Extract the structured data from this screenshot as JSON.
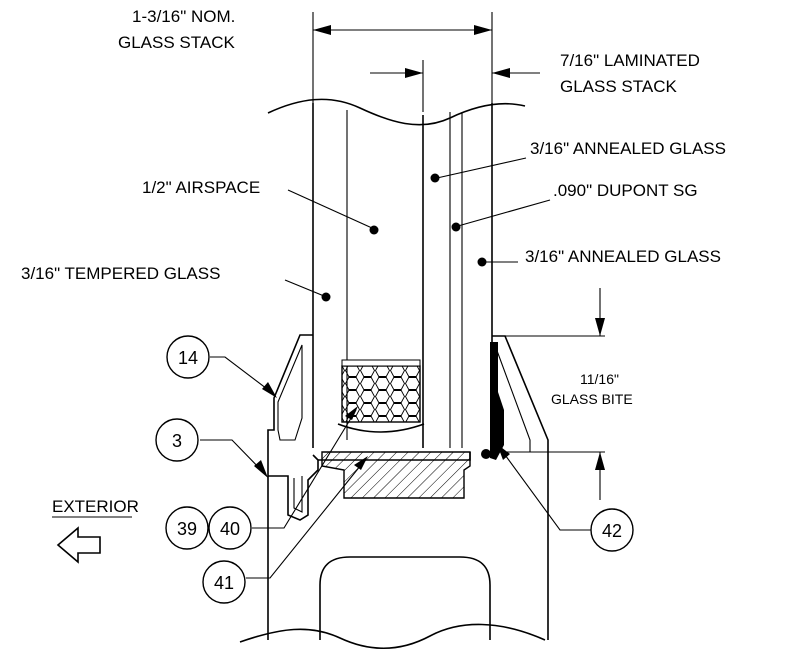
{
  "dimensions": {
    "glass_stack_line1": "1-3/16\" NOM.",
    "glass_stack_line2": "GLASS STACK",
    "laminated_line1": "7/16\" LAMINATED",
    "laminated_line2": "GLASS STACK",
    "bite_line1": "11/16\"",
    "bite_line2": "GLASS BITE"
  },
  "labels": {
    "annealed_glass_top": "3/16\" ANNEALED GLASS",
    "airspace": "1/2\" AIRSPACE",
    "dupont_sg": ".090\" DUPONT SG",
    "annealed_glass_bottom": "3/16\" ANNEALED GLASS",
    "tempered_glass": "3/16\" TEMPERED GLASS",
    "exterior": "EXTERIOR"
  },
  "callouts": {
    "c14": "14",
    "c3": "3",
    "c39": "39",
    "c40": "40",
    "c41": "41",
    "c42": "42"
  }
}
